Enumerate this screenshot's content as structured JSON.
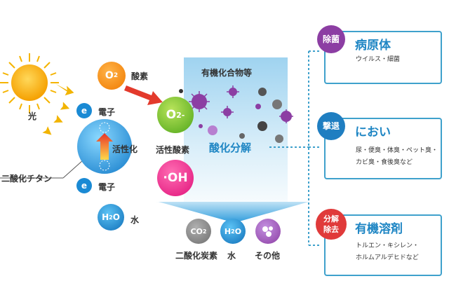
{
  "sun": {
    "label": "光"
  },
  "electron": {
    "symbol": "e"
  },
  "oxygen": {
    "formula": "O2",
    "label": "酸素"
  },
  "titanium": {
    "label": "二酸化チタン",
    "activation_label": "活性化"
  },
  "electron_labels": {
    "top": "電子",
    "bottom": "電子"
  },
  "water": {
    "formula": "H2O",
    "label": "水"
  },
  "superoxide": {
    "formula": "O2⁻"
  },
  "hydroxyl": {
    "formula": "·OH"
  },
  "active_oxygen_label": "活性酸素",
  "organic_label": "有機化合物等",
  "decomposition_label": "酸化分解",
  "products": [
    {
      "formula": "CO2",
      "label": "二酸化炭素"
    },
    {
      "formula": "H2O",
      "label": "水"
    },
    {
      "formula": "",
      "label": "その他"
    }
  ],
  "cards": [
    {
      "badge": "除菌",
      "title": "病原体",
      "desc": [
        "ウイルス・細菌"
      ],
      "color": "#8c3ea3"
    },
    {
      "badge": "撃退",
      "title": "におい",
      "desc": [
        "尿・便臭・体臭・ペット臭・",
        "カビ臭・食後臭など"
      ],
      "color": "#1f7ec1"
    },
    {
      "badge": "分解除去",
      "title": "有機溶剤",
      "desc": [
        "トルエン・キシレン・",
        "ホルムアルデヒドなど"
      ],
      "color": "#e03a3a"
    }
  ]
}
